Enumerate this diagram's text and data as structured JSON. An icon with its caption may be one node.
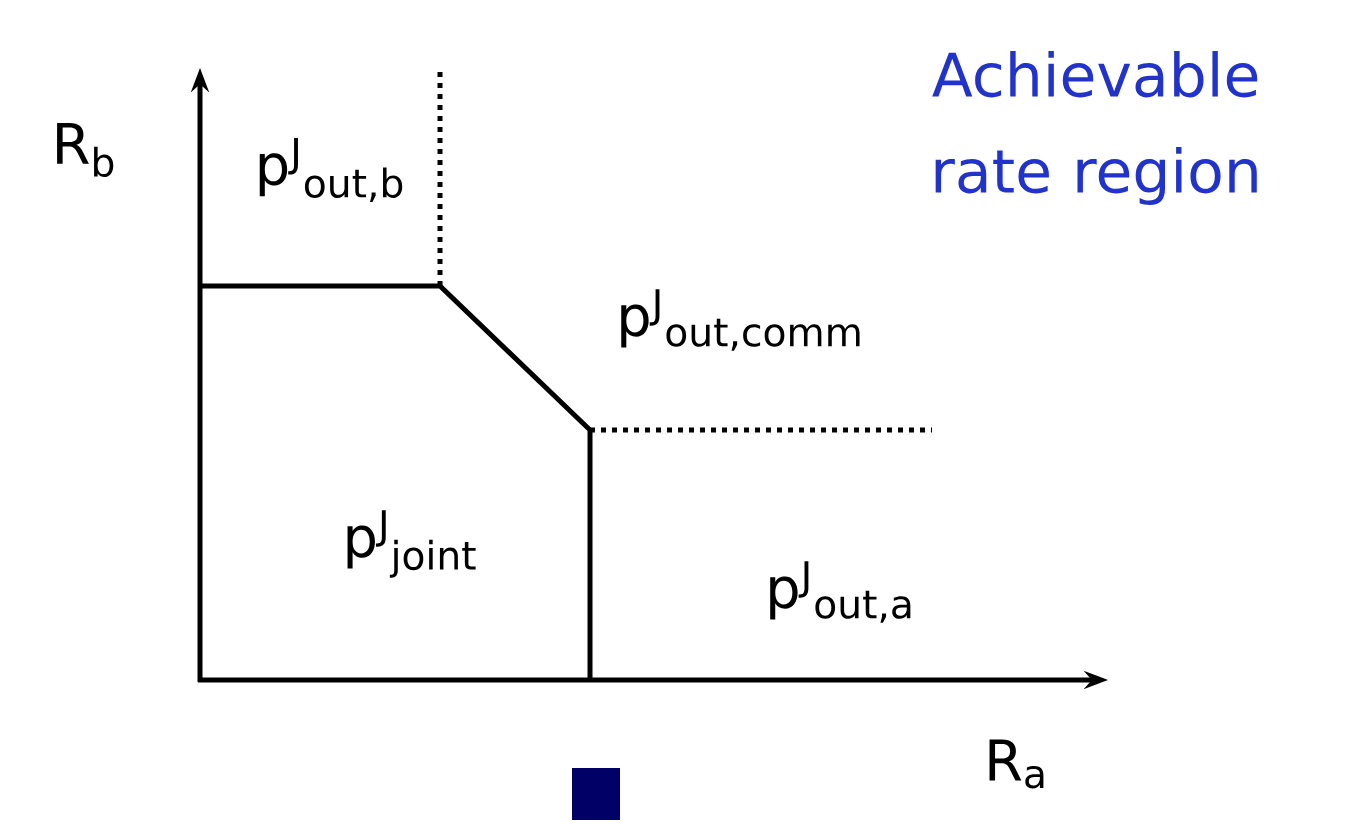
{
  "diagram": {
    "title": "Achievable rate region",
    "labels": [
      "R$_{b}$",
      "p$^{J}$$_{out,b}$",
      "p$^{J}$$_{out,comm}$",
      "p$^{J}$$_{joint}$",
      "p$^{J}$$_{out,a}$",
      "R$_{a}$"
    ]
  }
}
